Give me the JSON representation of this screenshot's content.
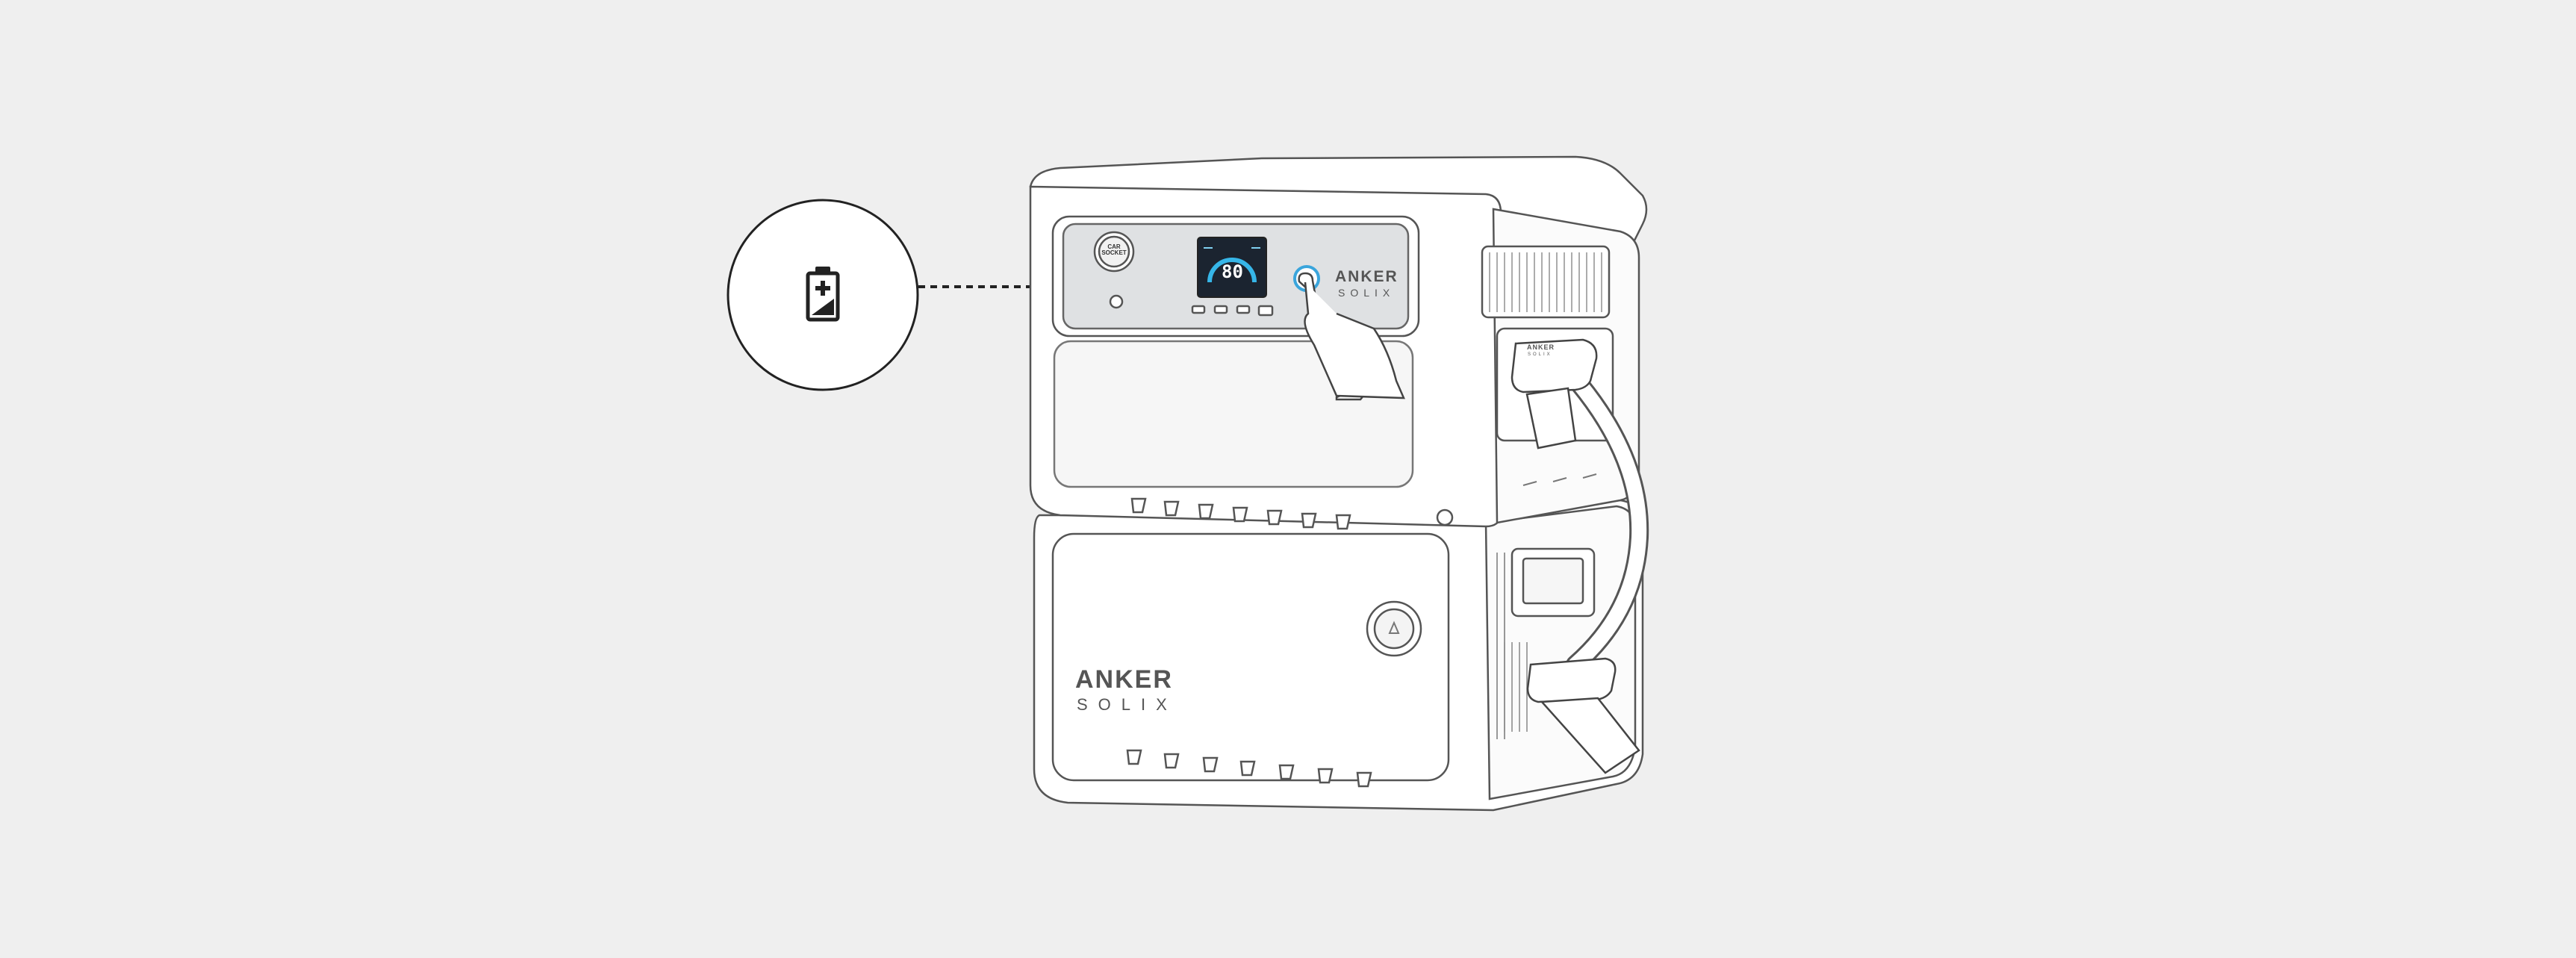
{
  "colors": {
    "background": "#efefef",
    "outline": "#444444",
    "accent_button": "#3aa5dc",
    "screen_bg": "#1b2430",
    "gauge_arc": "#36b6e8",
    "arrow": "#222222"
  },
  "callout": {
    "icon": "battery-charging-plus-icon"
  },
  "main_unit": {
    "car_socket": {
      "line1": "CAR",
      "line2": "SOCKET"
    },
    "screen_value": "80",
    "brand_top": "ANKER",
    "brand_bottom": "SOLIX",
    "power_button_icon": "power-button-icon"
  },
  "expansion_battery": {
    "brand_top": "ANKER",
    "brand_bottom": "SOLIX"
  },
  "cable_plug": {
    "brand_top": "ANKER",
    "brand_bottom": "SOLIX"
  }
}
